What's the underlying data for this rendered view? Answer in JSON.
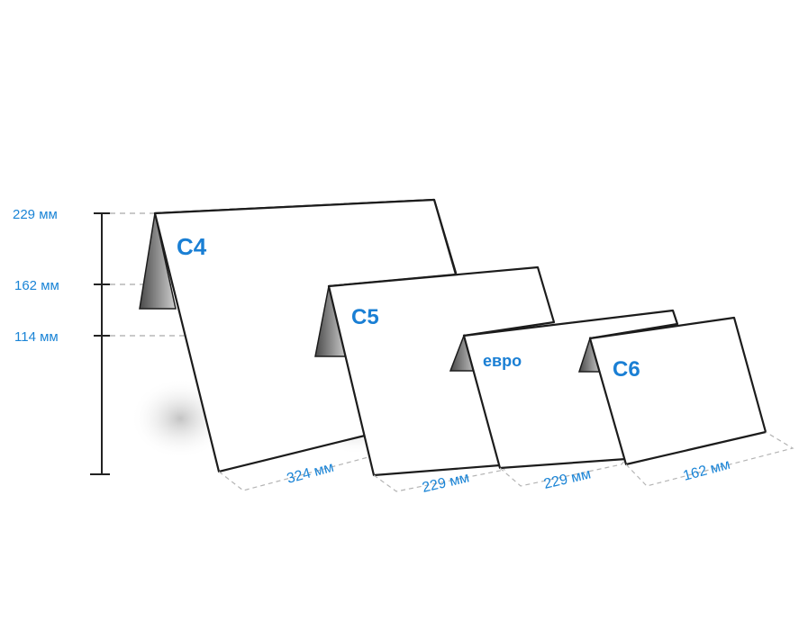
{
  "height_labels": [
    "229 мм",
    "162 мм",
    "114 мм"
  ],
  "cards": [
    {
      "name": "C4",
      "width_label": "324 мм"
    },
    {
      "name": "C5",
      "width_label": "229 мм"
    },
    {
      "name": "евро",
      "width_label": "229 мм"
    },
    {
      "name": "C6",
      "width_label": "162 мм"
    }
  ],
  "colors": {
    "label": "#1a84d6",
    "outline": "#1c1c1c"
  }
}
